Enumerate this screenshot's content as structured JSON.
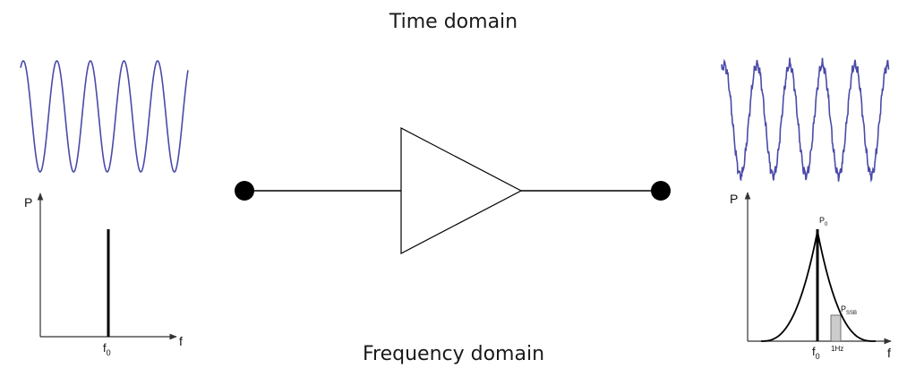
{
  "titles": {
    "time_domain": "Time domain",
    "frequency_domain": "Frequency domain"
  },
  "colors": {
    "waveform": "#4a4aa8",
    "ink": "#000000",
    "axis": "#333333"
  },
  "input_spectrum": {
    "y_axis": "P",
    "x_axis": "f",
    "carrier": {
      "main": "f",
      "sub": "0"
    }
  },
  "output_spectrum": {
    "y_axis": "P",
    "x_axis": "f",
    "carrier": {
      "main": "f",
      "sub": "0"
    },
    "peak": {
      "main": "P",
      "sub": "0"
    },
    "sideband": {
      "main": "P",
      "sub": "SSB"
    },
    "bandwidth": "1Hz"
  }
}
